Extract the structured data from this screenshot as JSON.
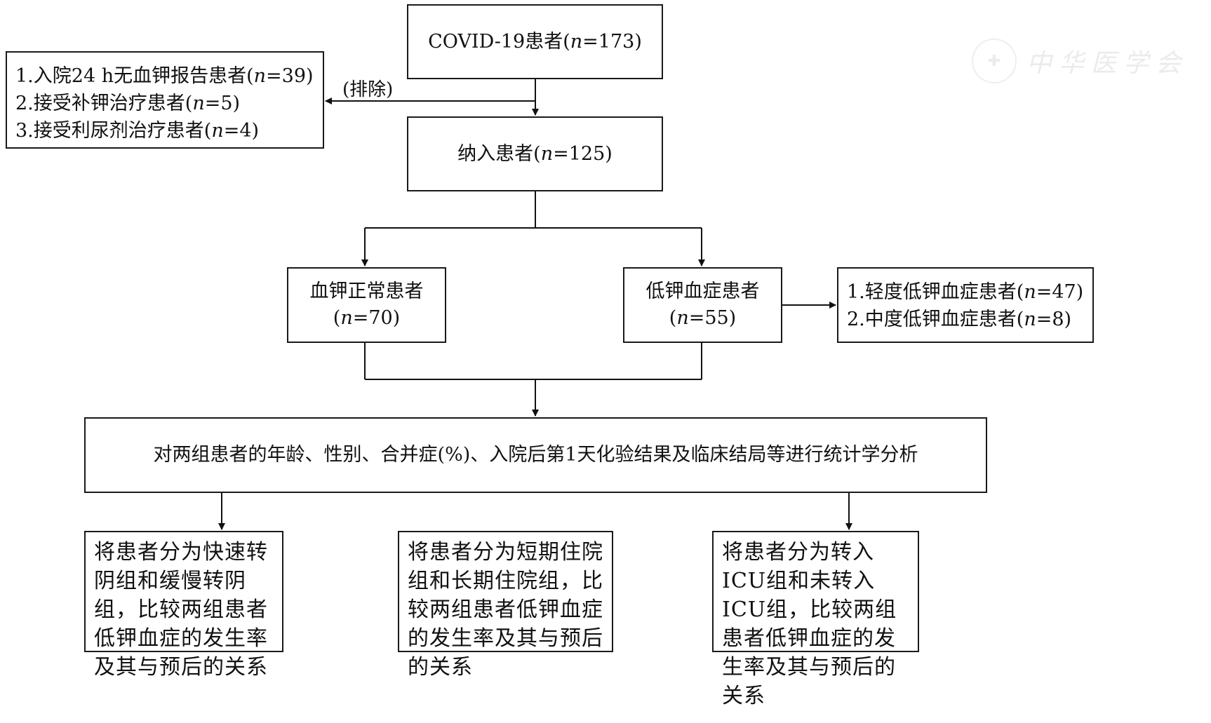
{
  "flowchart": {
    "watermark": {
      "icon": "society-seal-icon",
      "text": "中华医学会"
    },
    "start": {
      "text": "COVID-19患者(n=173)"
    },
    "exclusion": {
      "label": "(排除)",
      "items": [
        "1.入院24 h无血钾报告患者(n=39)",
        "2.接受补钾治疗患者(n=5)",
        "3.接受利尿剂治疗患者(n=4)"
      ]
    },
    "included": {
      "text": "纳入患者(n=125)"
    },
    "groups": {
      "normal": {
        "title": "血钾正常患者",
        "count": "(n=70)"
      },
      "hypokalemia": {
        "title": "低钾血症患者",
        "count": "(n=55)"
      },
      "severity": {
        "items": [
          "1.轻度低钾血症患者(n=47)",
          "2.中度低钾血症患者(n=8)"
        ]
      }
    },
    "analysis": {
      "text": "对两组患者的年龄、性别、合并症(%)、入院后第1天化验结果及临床结局等进行统计学分析"
    },
    "outcomes": [
      {
        "text": "将患者分为快速转阴组和缓慢转阴组，比较两组患者低钾血症的发生率及其与预后的关系"
      },
      {
        "text": "将患者分为短期住院组和长期住院组，比较两组患者低钾血症的发生率及其与预后的关系"
      },
      {
        "text": "将患者分为转入ICU组和未转入ICU组，比较两组患者低钾血症的发生率及其与预后的关系"
      }
    ]
  }
}
